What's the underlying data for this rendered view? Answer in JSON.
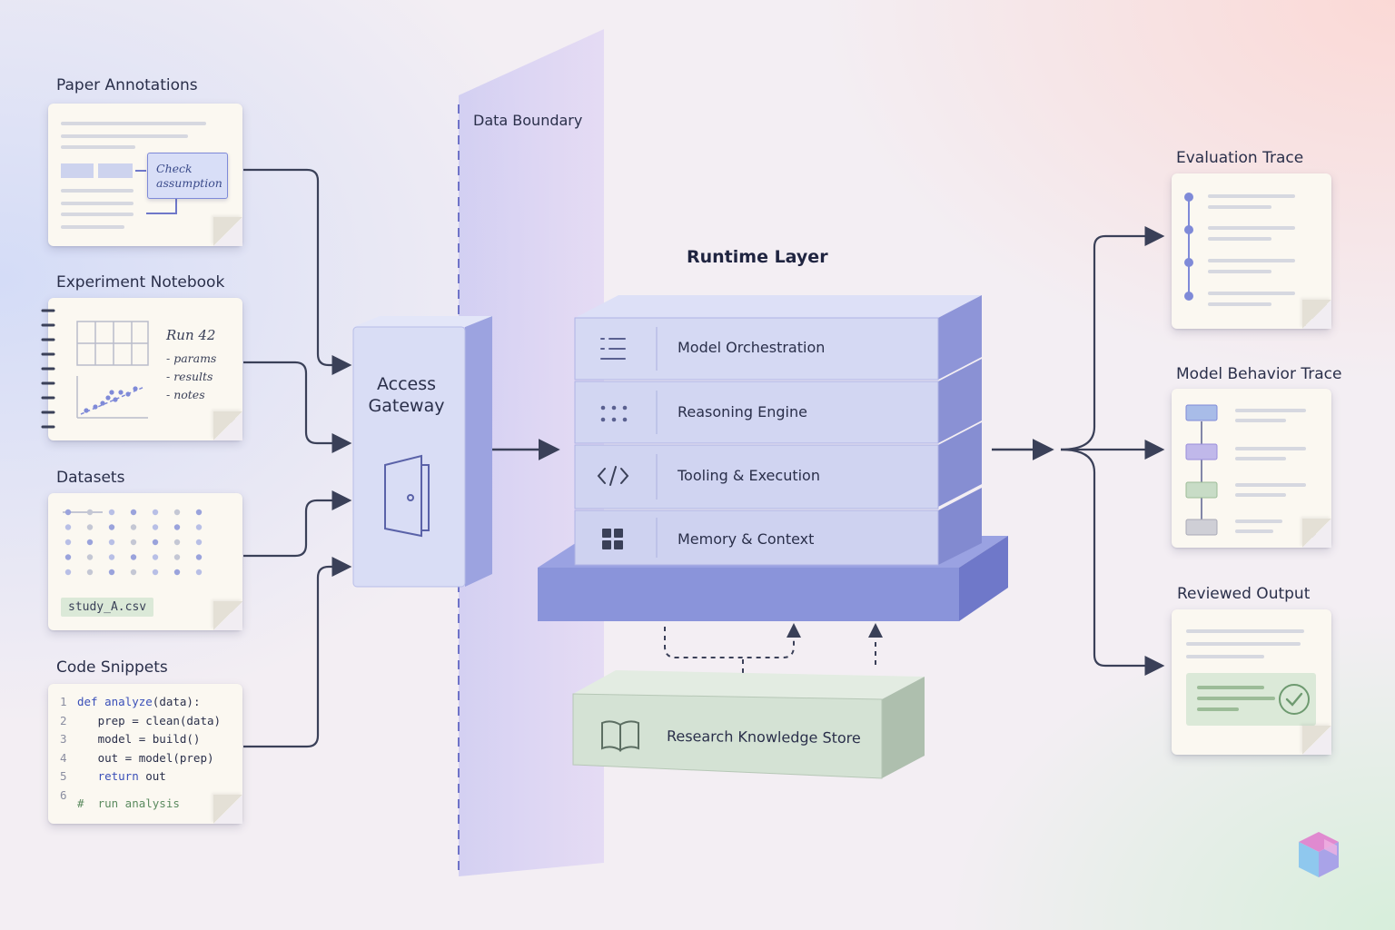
{
  "inputs": {
    "paper_annotations": {
      "title": "Paper Annotations",
      "note": "Check assumption"
    },
    "experiment_notebook": {
      "title": "Experiment Notebook",
      "run": "Run 42",
      "items": [
        "- params",
        "- results",
        "- notes"
      ]
    },
    "datasets": {
      "title": "Datasets",
      "file": "study_A.csv"
    },
    "code_snippets": {
      "title": "Code Snippets",
      "lines": [
        {
          "n": "1",
          "code": "def analyze(data):"
        },
        {
          "n": "2",
          "code": "   prep = clean(data)"
        },
        {
          "n": "3",
          "code": "   model = build()"
        },
        {
          "n": "4",
          "code": "   out = model(prep)"
        },
        {
          "n": "5",
          "code": "   return out"
        },
        {
          "n": "6",
          "code": ""
        }
      ],
      "comment": "#  run analysis"
    }
  },
  "boundary": {
    "label": "Data Boundary"
  },
  "gateway": {
    "line1": "Access",
    "line2": "Gateway"
  },
  "runtime": {
    "title": "Runtime Layer",
    "layers": [
      {
        "label": "Model Orchestration",
        "icon": "list-icon"
      },
      {
        "label": "Reasoning Engine",
        "icon": "dots-icon"
      },
      {
        "label": "Tooling & Execution",
        "icon": "code-icon"
      },
      {
        "label": "Memory & Context",
        "icon": "grid-icon"
      }
    ]
  },
  "knowledge_store": {
    "label": "Research Knowledge Store",
    "icon": "book-icon"
  },
  "outputs": {
    "evaluation_trace": {
      "title": "Evaluation Trace"
    },
    "model_behavior_trace": {
      "title": "Model Behavior Trace"
    },
    "reviewed_output": {
      "title": "Reviewed Output"
    }
  },
  "colors": {
    "accent": "#7f8ad8",
    "layer_face": "#d5d9f3",
    "layer_side": "#8e95d8",
    "base": "#8a94da",
    "store": "#d4e2d4",
    "arrow": "#3a4058"
  }
}
